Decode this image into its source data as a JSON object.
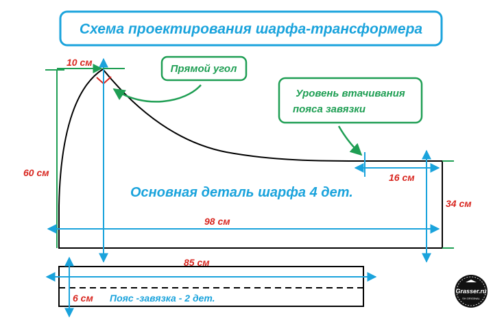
{
  "title": "Схема проектирования шарфа-трансформера",
  "callouts": {
    "right_angle": "Прямой угол",
    "seam_level_line1": "Уровень втачивания",
    "seam_level_line2": "пояса завязки"
  },
  "dimensions": {
    "top_width": "10 см",
    "left_height": "60 см",
    "right_offset": "16 см",
    "right_height": "34 см",
    "main_width": "98 см",
    "belt_length": "85 см",
    "belt_width": "6 см"
  },
  "labels": {
    "main_piece": "Основная деталь шарфа 4 дет.",
    "belt_piece": "Пояс -завязка - 2 дет."
  },
  "logo": {
    "name": "Grasser.ru",
    "sub": "SH ORIGINAL"
  },
  "colors": {
    "blue": "#1aa3dc",
    "green": "#1e9e53",
    "red": "#d8261f",
    "black": "#000000"
  }
}
